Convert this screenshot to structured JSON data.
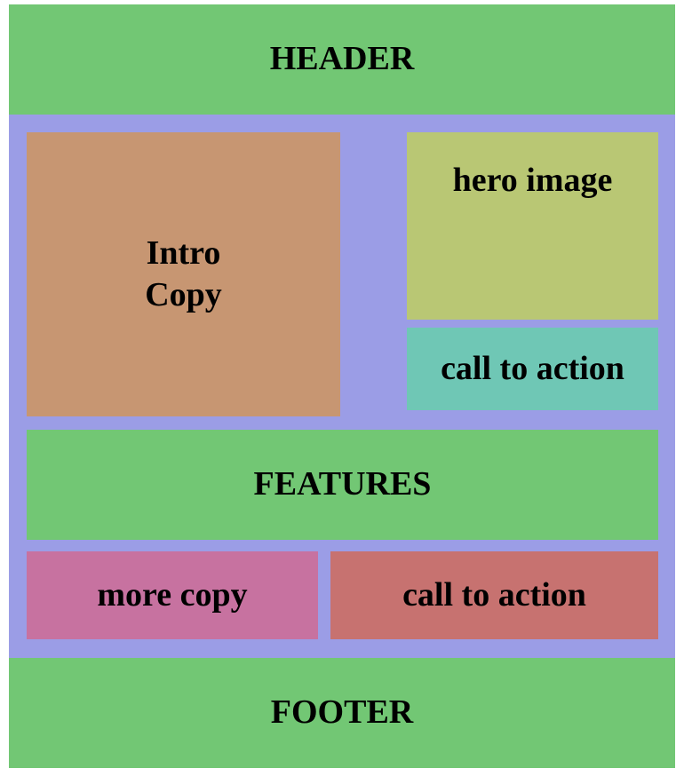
{
  "colors": {
    "wrapper": "#9b9de6",
    "header": "#72c774",
    "footer": "#72c774",
    "features": "#72c774",
    "intro": "#c79672",
    "hero": "#b9c774",
    "cta_primary": "#6fc7b5",
    "more_copy": "#c772a0",
    "cta_secondary": "#c77270"
  },
  "blocks": {
    "header": "HEADER",
    "intro": "Intro\nCopy",
    "hero": "hero image",
    "cta_primary": "call to action",
    "features": "FEATURES",
    "more_copy": "more copy",
    "cta_secondary": "call to action",
    "footer": "FOOTER"
  }
}
